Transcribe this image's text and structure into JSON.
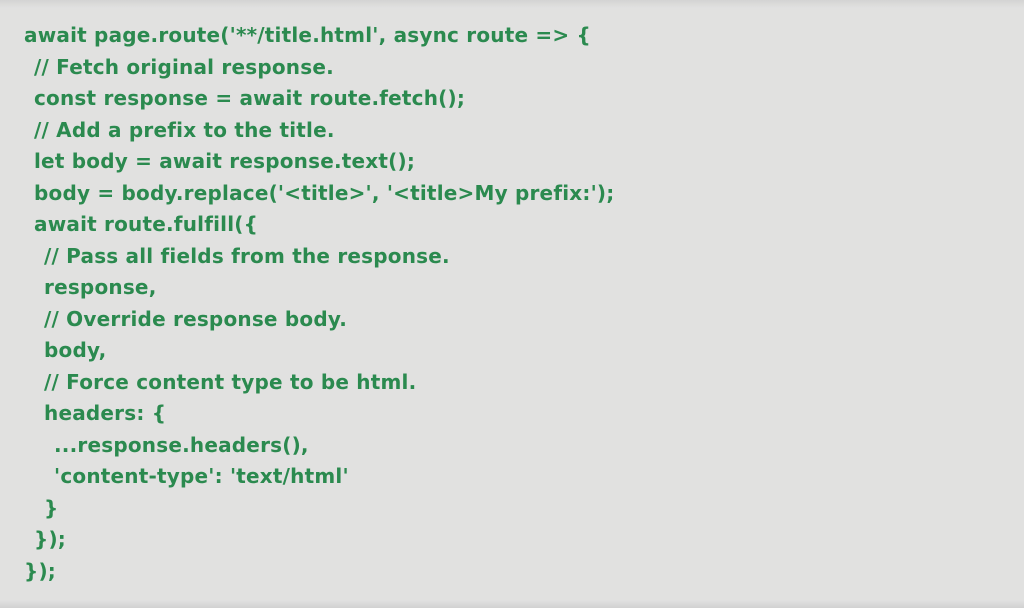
{
  "page": {
    "background_color": "#e1e1e0"
  },
  "code": {
    "language": "javascript",
    "text_color": "#2b8a4f",
    "lines": [
      {
        "indent": 0,
        "text": "await page.route('**/title.html', async route => {"
      },
      {
        "indent": 1,
        "text": "// Fetch original response."
      },
      {
        "indent": 1,
        "text": "const response = await route.fetch();"
      },
      {
        "indent": 1,
        "text": "// Add a prefix to the title."
      },
      {
        "indent": 1,
        "text": "let body = await response.text();"
      },
      {
        "indent": 1,
        "text": "body = body.replace('<title>', '<title>My prefix:');"
      },
      {
        "indent": 1,
        "text": "await route.fulfill({"
      },
      {
        "indent": 2,
        "text": "// Pass all fields from the response."
      },
      {
        "indent": 2,
        "text": "response,"
      },
      {
        "indent": 2,
        "text": "// Override response body."
      },
      {
        "indent": 2,
        "text": "body,"
      },
      {
        "indent": 2,
        "text": "// Force content type to be html."
      },
      {
        "indent": 2,
        "text": "headers: {"
      },
      {
        "indent": 3,
        "text": "...response.headers(),"
      },
      {
        "indent": 3,
        "text": "'content-type': 'text/html'"
      },
      {
        "indent": 2,
        "text": "}"
      },
      {
        "indent": 1,
        "text": "});"
      },
      {
        "indent": 0,
        "text": "});"
      }
    ]
  }
}
